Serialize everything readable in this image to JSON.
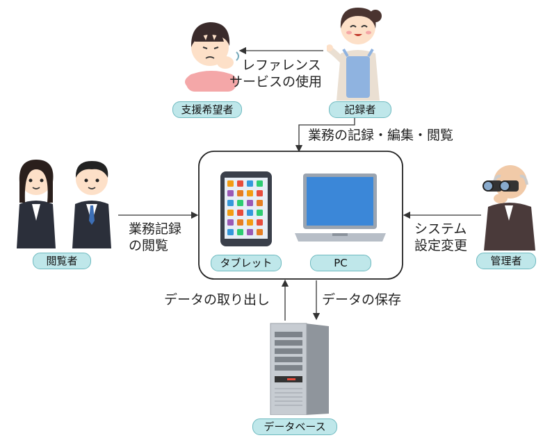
{
  "actors": {
    "requester": "支援希望者",
    "recorder": "記録者",
    "viewer": "閲覧者",
    "admin": "管理者"
  },
  "devices": {
    "tablet": "タブレット",
    "pc": "PC",
    "database": "データベース"
  },
  "flows": {
    "reference_line1": "レファレンス",
    "reference_line2": "サービスの使用",
    "record_edit": "業務の記録・編集・閲覧",
    "view_line1": "業務記録",
    "view_line2": "の閲覧",
    "system_line1": "システム",
    "system_line2": "設定変更",
    "retrieve": "データの取り出し",
    "save": "データの保存"
  }
}
